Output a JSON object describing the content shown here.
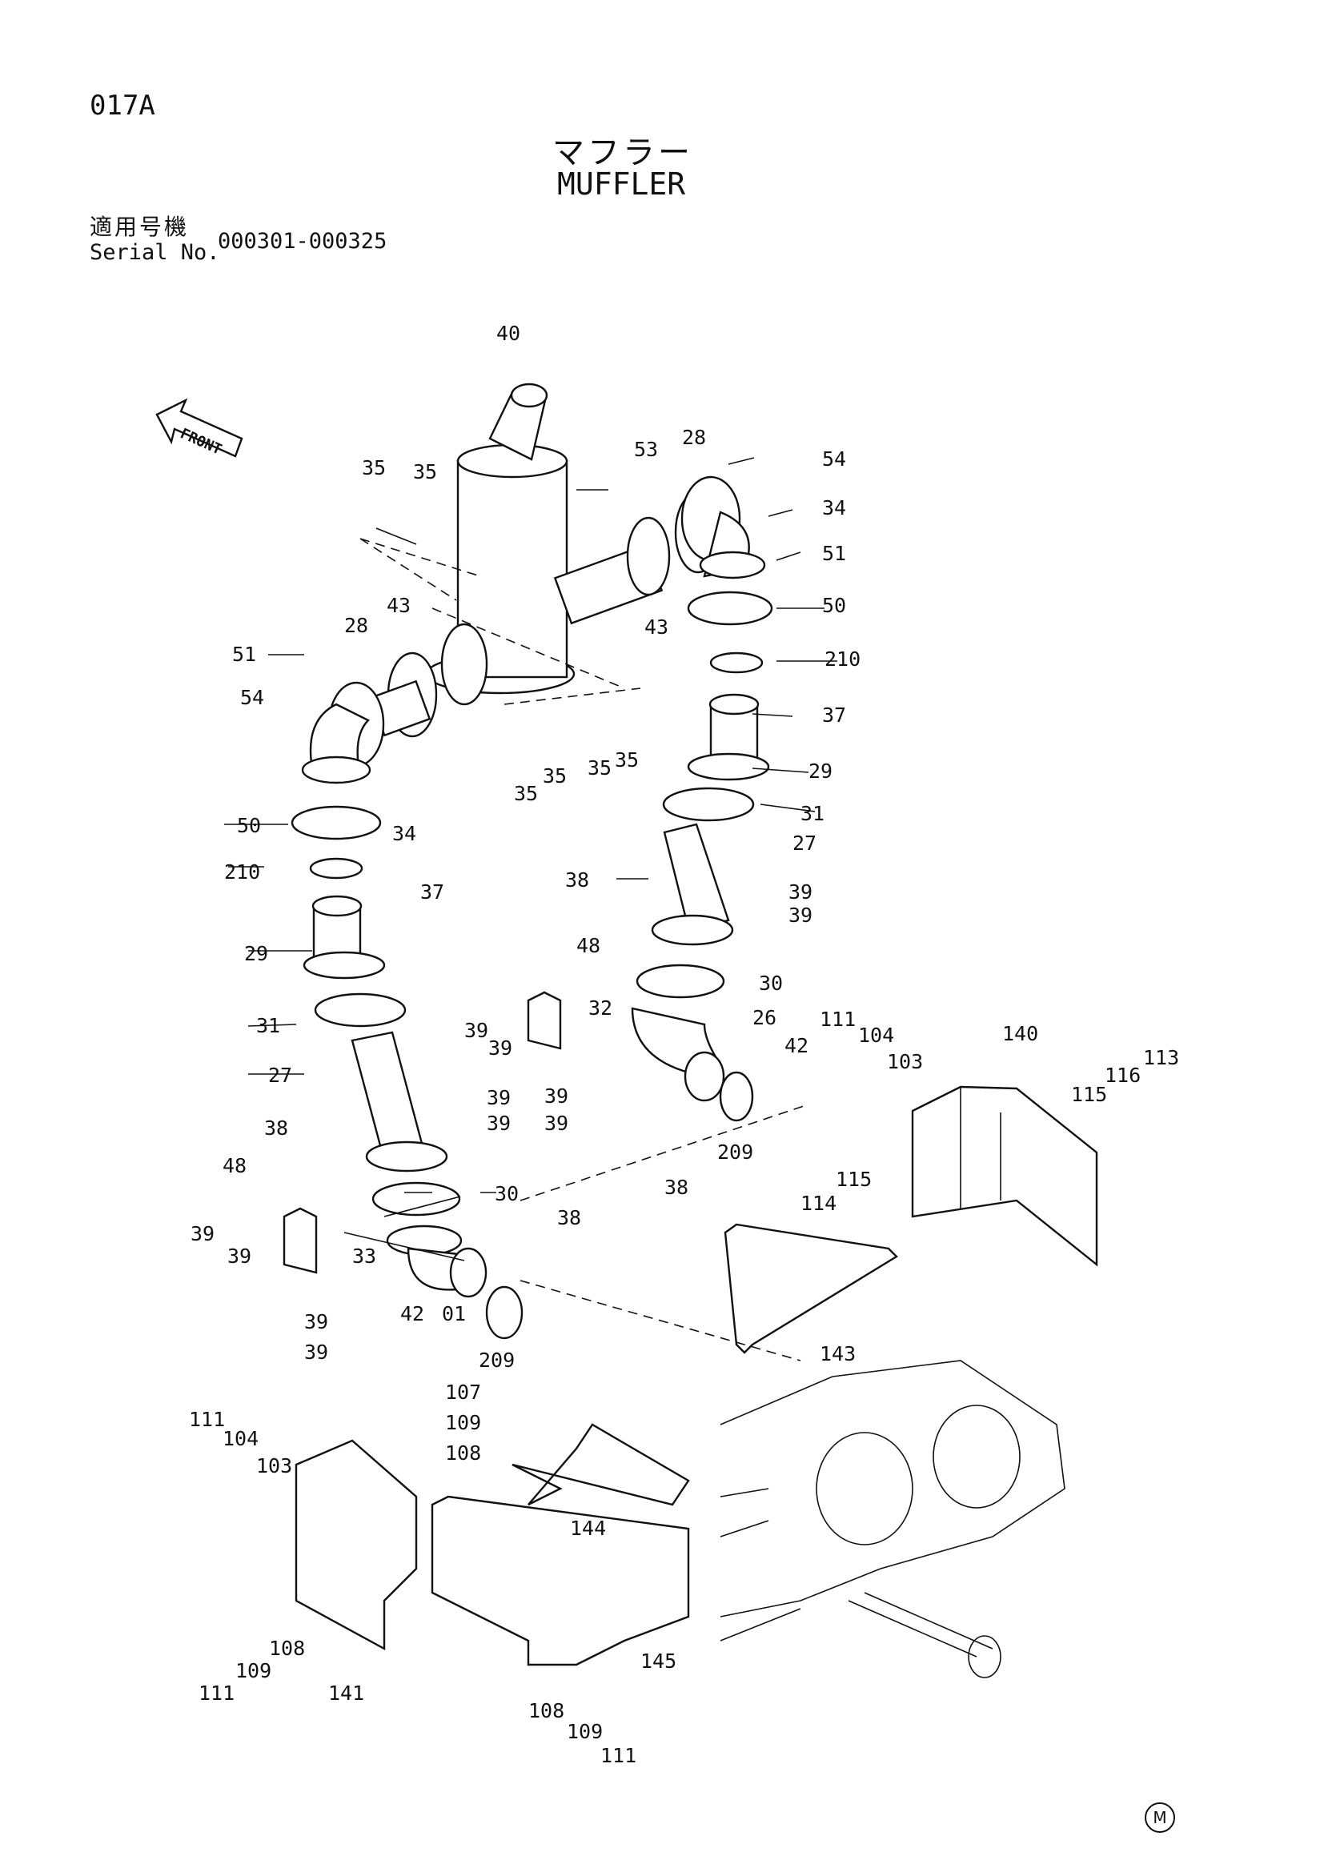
{
  "header": {
    "page_code": "017A",
    "title_jp": "マフラー",
    "title_en": "MUFFLER",
    "serial_label_jp": "適用号機",
    "serial_label_en": "Serial No.",
    "serial_range": "000301-000325"
  },
  "diagram": {
    "front_indicator": "FRONT",
    "callouts": {
      "c40": "40",
      "c53": "53",
      "c28a": "28",
      "c54a": "54",
      "c34a": "34",
      "c51a": "51",
      "c35a": "35",
      "c35b": "35",
      "c43a": "43",
      "c43b": "43",
      "c28b": "28",
      "c51b": "51",
      "c54b": "54",
      "c50a": "50",
      "c210a": "210",
      "c37a": "37",
      "c29a": "29",
      "c35c": "35",
      "c35d": "35",
      "c35e": "35",
      "c35f": "35",
      "c34b": "34",
      "c50b": "50",
      "c31a": "31",
      "c27a": "27",
      "c210b": "210",
      "c37b": "37",
      "c38a": "38",
      "c39a": "39",
      "c39b": "39",
      "c48a": "48",
      "c29b": "29",
      "c30a": "30",
      "c32": "32",
      "c26": "26",
      "c31b": "31",
      "c39c": "39",
      "c39d": "39",
      "c42a": "42",
      "c27b": "27",
      "c39e": "39",
      "c39f": "39",
      "c39g": "39",
      "c38b": "38",
      "c39h": "39",
      "c209a": "209",
      "c38c": "38",
      "c48b": "48",
      "c30b": "30",
      "c39i": "39",
      "c39j": "39",
      "c33": "33",
      "c38d": "38",
      "c39k": "39",
      "c42b": "42",
      "c01": "01",
      "c209b": "209",
      "c39l": "39",
      "c111a": "111",
      "c104a": "104",
      "c103a": "103",
      "c140": "140",
      "c116": "116",
      "c113": "113",
      "c115a": "115",
      "c115b": "115",
      "c114": "114",
      "c143": "143",
      "c107": "107",
      "c109a": "109",
      "c108a": "108",
      "c111b": "111",
      "c104b": "104",
      "c103b": "103",
      "c144": "144",
      "c111c": "111",
      "c109b": "109",
      "c108b": "108",
      "c141": "141",
      "c145": "145",
      "c108c": "108",
      "c109c": "109",
      "c111d": "111"
    }
  },
  "footer": {
    "maker_mark": "M"
  }
}
